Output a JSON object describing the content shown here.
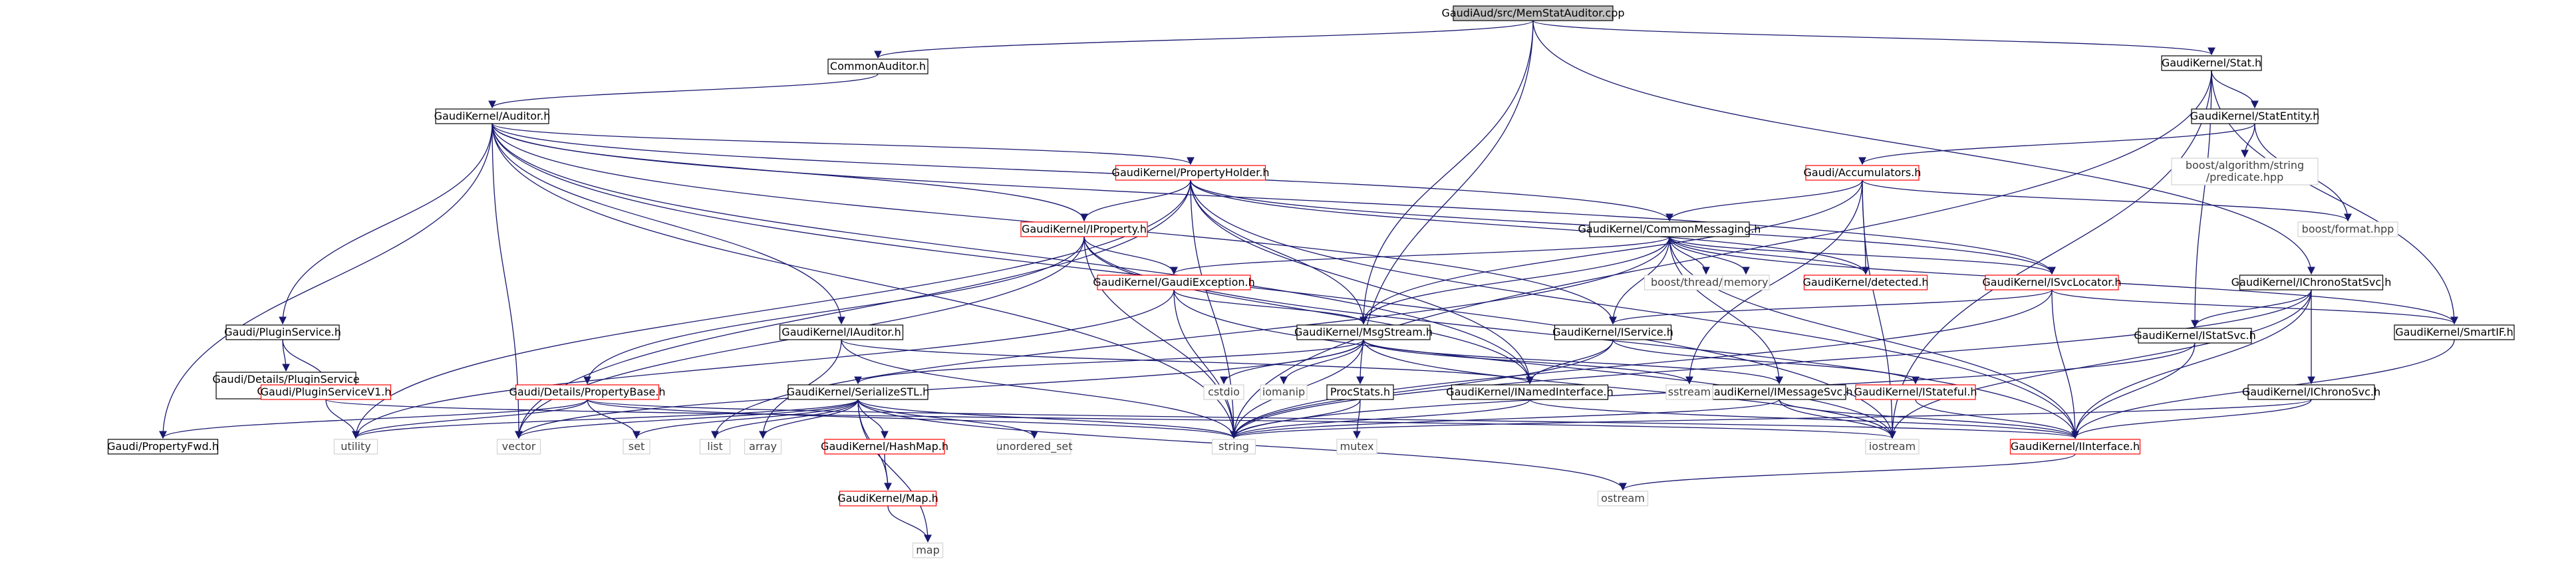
{
  "colors": {
    "edge": "#191970",
    "root_fill": "#bfbfbf",
    "root_border": "#000000",
    "doc_border": "#000000",
    "linked_border": "#ff0000",
    "external_border": "#d3d3d3",
    "external_text": "#404040",
    "background": "#ffffff"
  },
  "graph": {
    "nodes": [
      {
        "id": "root",
        "label": "GaudiAud/src/MemStatAuditor.cpp",
        "kind": "root"
      },
      {
        "id": "common_auditor",
        "label": "CommonAuditor.h",
        "kind": "doc"
      },
      {
        "id": "auditor",
        "label": "GaudiKernel/Auditor.h",
        "kind": "doc"
      },
      {
        "id": "stat",
        "label": "GaudiKernel/Stat.h",
        "kind": "doc"
      },
      {
        "id": "stat_entity",
        "label": "GaudiKernel/StatEntity.h",
        "kind": "doc"
      },
      {
        "id": "boost_pred",
        "label": [
          "boost/algorithm/string",
          "/predicate.hpp"
        ],
        "kind": "external"
      },
      {
        "id": "property_holder",
        "label": "GaudiKernel/PropertyHolder.h",
        "kind": "linked"
      },
      {
        "id": "accumulators",
        "label": "Gaudi/Accumulators.h",
        "kind": "linked"
      },
      {
        "id": "boost_format",
        "label": "boost/format.hpp",
        "kind": "external"
      },
      {
        "id": "iproperty",
        "label": "GaudiKernel/IProperty.h",
        "kind": "linked"
      },
      {
        "id": "common_messaging",
        "label": "GaudiKernel/CommonMessaging.h",
        "kind": "doc"
      },
      {
        "id": "boost_tss",
        "label": "boost/thread/tss.hpp",
        "kind": "external"
      },
      {
        "id": "memory",
        "label": "memory",
        "kind": "external"
      },
      {
        "id": "detected",
        "label": "GaudiKernel/detected.h",
        "kind": "linked"
      },
      {
        "id": "isvclocator",
        "label": "GaudiKernel/ISvcLocator.h",
        "kind": "linked"
      },
      {
        "id": "ichronostatsvc",
        "label": "GaudiKernel/IChronoStatSvc.h",
        "kind": "doc"
      },
      {
        "id": "plugin_service",
        "label": "Gaudi/PluginService.h",
        "kind": "doc"
      },
      {
        "id": "iauditor",
        "label": "GaudiKernel/IAuditor.h",
        "kind": "doc"
      },
      {
        "id": "gaudi_exception",
        "label": "GaudiKernel/GaudiException.h",
        "kind": "linked"
      },
      {
        "id": "msgstream",
        "label": "GaudiKernel/MsgStream.h",
        "kind": "doc"
      },
      {
        "id": "iservice",
        "label": "GaudiKernel/IService.h",
        "kind": "doc"
      },
      {
        "id": "istatsvc",
        "label": "GaudiKernel/IStatSvc.h",
        "kind": "doc"
      },
      {
        "id": "smartif",
        "label": "GaudiKernel/SmartIF.h",
        "kind": "doc"
      },
      {
        "id": "plugin_common",
        "label": [
          "Gaudi/Details/PluginService",
          "Common.h"
        ],
        "kind": "doc"
      },
      {
        "id": "plugin_v1",
        "label": "Gaudi/PluginServiceV1.h",
        "kind": "linked"
      },
      {
        "id": "property_base",
        "label": "Gaudi/Details/PropertyBase.h",
        "kind": "linked"
      },
      {
        "id": "serialize_stl",
        "label": "GaudiKernel/SerializeSTL.h",
        "kind": "doc"
      },
      {
        "id": "cstdio",
        "label": "cstdio",
        "kind": "external"
      },
      {
        "id": "iomanip",
        "label": "iomanip",
        "kind": "external"
      },
      {
        "id": "procstats",
        "label": "ProcStats.h",
        "kind": "doc"
      },
      {
        "id": "inamed",
        "label": "GaudiKernel/INamedInterface.h",
        "kind": "doc"
      },
      {
        "id": "imessagesvc",
        "label": "GaudiKernel/IMessageSvc.h",
        "kind": "doc"
      },
      {
        "id": "sstream",
        "label": "sstream",
        "kind": "external"
      },
      {
        "id": "istateful",
        "label": "GaudiKernel/IStateful.h",
        "kind": "linked"
      },
      {
        "id": "ichronosvc",
        "label": "GaudiKernel/IChronoSvc.h",
        "kind": "doc"
      },
      {
        "id": "property_fwd",
        "label": "Gaudi/PropertyFwd.h",
        "kind": "doc"
      },
      {
        "id": "utility",
        "label": "utility",
        "kind": "external"
      },
      {
        "id": "vector",
        "label": "vector",
        "kind": "external"
      },
      {
        "id": "set",
        "label": "set",
        "kind": "external"
      },
      {
        "id": "list",
        "label": "list",
        "kind": "external"
      },
      {
        "id": "array",
        "label": "array",
        "kind": "external"
      },
      {
        "id": "hashmap",
        "label": "GaudiKernel/HashMap.h",
        "kind": "linked"
      },
      {
        "id": "unordered_set",
        "label": "unordered_set",
        "kind": "external"
      },
      {
        "id": "string",
        "label": "string",
        "kind": "external"
      },
      {
        "id": "mutex",
        "label": "mutex",
        "kind": "external"
      },
      {
        "id": "iostream",
        "label": "iostream",
        "kind": "external"
      },
      {
        "id": "iinterface",
        "label": "GaudiKernel/IInterface.h",
        "kind": "linked"
      },
      {
        "id": "map_h",
        "label": "GaudiKernel/Map.h",
        "kind": "linked"
      },
      {
        "id": "ostream",
        "label": "ostream",
        "kind": "external"
      },
      {
        "id": "map",
        "label": "map",
        "kind": "external"
      }
    ],
    "edges": [
      [
        "root",
        "common_auditor"
      ],
      [
        "root",
        "stat"
      ],
      [
        "root",
        "msgstream"
      ],
      [
        "root",
        "procstats"
      ],
      [
        "root",
        "ichronostatsvc"
      ],
      [
        "common_auditor",
        "auditor"
      ],
      [
        "auditor",
        "property_holder"
      ],
      [
        "auditor",
        "iproperty"
      ],
      [
        "auditor",
        "common_messaging"
      ],
      [
        "auditor",
        "isvclocator"
      ],
      [
        "auditor",
        "plugin_service"
      ],
      [
        "auditor",
        "iauditor"
      ],
      [
        "auditor",
        "iservice"
      ],
      [
        "auditor",
        "property_fwd"
      ],
      [
        "auditor",
        "vector"
      ],
      [
        "auditor",
        "string"
      ],
      [
        "auditor",
        "iostream"
      ],
      [
        "auditor",
        "inamed"
      ],
      [
        "stat",
        "stat_entity"
      ],
      [
        "stat",
        "istatsvc"
      ],
      [
        "stat",
        "smartif"
      ],
      [
        "stat",
        "string"
      ],
      [
        "stat",
        "iostream"
      ],
      [
        "stat_entity",
        "accumulators"
      ],
      [
        "stat_entity",
        "boost_pred"
      ],
      [
        "stat_entity",
        "boost_format"
      ],
      [
        "property_holder",
        "iproperty"
      ],
      [
        "property_holder",
        "detected"
      ],
      [
        "property_holder",
        "isvclocator"
      ],
      [
        "property_holder",
        "msgstream"
      ],
      [
        "property_holder",
        "utility"
      ],
      [
        "property_holder",
        "vector"
      ],
      [
        "property_holder",
        "string"
      ],
      [
        "property_holder",
        "inamed"
      ],
      [
        "property_holder",
        "iinterface"
      ],
      [
        "accumulators",
        "common_messaging"
      ],
      [
        "accumulators",
        "msgstream"
      ],
      [
        "accumulators",
        "detected"
      ],
      [
        "accumulators",
        "boost_format"
      ],
      [
        "accumulators",
        "sstream"
      ],
      [
        "accumulators",
        "iostream"
      ],
      [
        "iproperty",
        "gaudi_exception"
      ],
      [
        "iproperty",
        "property_base"
      ],
      [
        "iproperty",
        "vector"
      ],
      [
        "iproperty",
        "string"
      ],
      [
        "iproperty",
        "iinterface"
      ],
      [
        "iproperty",
        "inamed"
      ],
      [
        "common_messaging",
        "boost_tss"
      ],
      [
        "common_messaging",
        "memory"
      ],
      [
        "common_messaging",
        "detected"
      ],
      [
        "common_messaging",
        "gaudi_exception"
      ],
      [
        "common_messaging",
        "msgstream"
      ],
      [
        "common_messaging",
        "iservice"
      ],
      [
        "common_messaging",
        "imessagesvc"
      ],
      [
        "common_messaging",
        "isvclocator"
      ],
      [
        "common_messaging",
        "smartif"
      ],
      [
        "common_messaging",
        "list"
      ],
      [
        "common_messaging",
        "iinterface"
      ],
      [
        "isvclocator",
        "iservice"
      ],
      [
        "isvclocator",
        "smartif"
      ],
      [
        "isvclocator",
        "string"
      ],
      [
        "isvclocator",
        "iinterface"
      ],
      [
        "ichronostatsvc",
        "istatsvc"
      ],
      [
        "ichronostatsvc",
        "ichronosvc"
      ],
      [
        "ichronostatsvc",
        "iinterface"
      ],
      [
        "ichronostatsvc",
        "string"
      ],
      [
        "ichronostatsvc",
        "iostream"
      ],
      [
        "plugin_service",
        "plugin_common"
      ],
      [
        "plugin_service",
        "plugin_v1"
      ],
      [
        "iauditor",
        "inamed"
      ],
      [
        "iauditor",
        "string"
      ],
      [
        "iauditor",
        "array"
      ],
      [
        "gaudi_exception",
        "msgstream"
      ],
      [
        "gaudi_exception",
        "string"
      ],
      [
        "gaudi_exception",
        "iostream"
      ],
      [
        "gaudi_exception",
        "utility"
      ],
      [
        "msgstream",
        "serialize_stl"
      ],
      [
        "msgstream",
        "cstdio"
      ],
      [
        "msgstream",
        "iomanip"
      ],
      [
        "msgstream",
        "string"
      ],
      [
        "msgstream",
        "sstream"
      ],
      [
        "msgstream",
        "imessagesvc"
      ],
      [
        "msgstream",
        "iostream"
      ],
      [
        "msgstream",
        "vector"
      ],
      [
        "iservice",
        "inamed"
      ],
      [
        "iservice",
        "istateful"
      ],
      [
        "iservice",
        "string"
      ],
      [
        "istatsvc",
        "iinterface"
      ],
      [
        "istatsvc",
        "string"
      ],
      [
        "smartif",
        "iinterface"
      ],
      [
        "plugin_v1",
        "utility"
      ],
      [
        "plugin_v1",
        "iostream"
      ],
      [
        "property_base",
        "utility"
      ],
      [
        "property_base",
        "set"
      ],
      [
        "property_base",
        "property_fwd"
      ],
      [
        "property_base",
        "iinterface"
      ],
      [
        "property_base",
        "string"
      ],
      [
        "serialize_stl",
        "vector"
      ],
      [
        "serialize_stl",
        "set"
      ],
      [
        "serialize_stl",
        "list"
      ],
      [
        "serialize_stl",
        "array"
      ],
      [
        "serialize_stl",
        "hashmap"
      ],
      [
        "serialize_stl",
        "unordered_set"
      ],
      [
        "serialize_stl",
        "map_h"
      ],
      [
        "serialize_stl",
        "map"
      ],
      [
        "serialize_stl",
        "ostream"
      ],
      [
        "serialize_stl",
        "utility"
      ],
      [
        "serialize_stl",
        "string"
      ],
      [
        "procstats",
        "string"
      ],
      [
        "procstats",
        "mutex"
      ],
      [
        "inamed",
        "string"
      ],
      [
        "inamed",
        "iinterface"
      ],
      [
        "imessagesvc",
        "iinterface"
      ],
      [
        "imessagesvc",
        "iostream"
      ],
      [
        "imessagesvc",
        "string"
      ],
      [
        "istateful",
        "iinterface"
      ],
      [
        "ichronosvc",
        "iinterface"
      ],
      [
        "ichronosvc",
        "string"
      ],
      [
        "hashmap",
        "map_h"
      ],
      [
        "map_h",
        "map"
      ],
      [
        "iinterface",
        "ostream"
      ]
    ]
  }
}
